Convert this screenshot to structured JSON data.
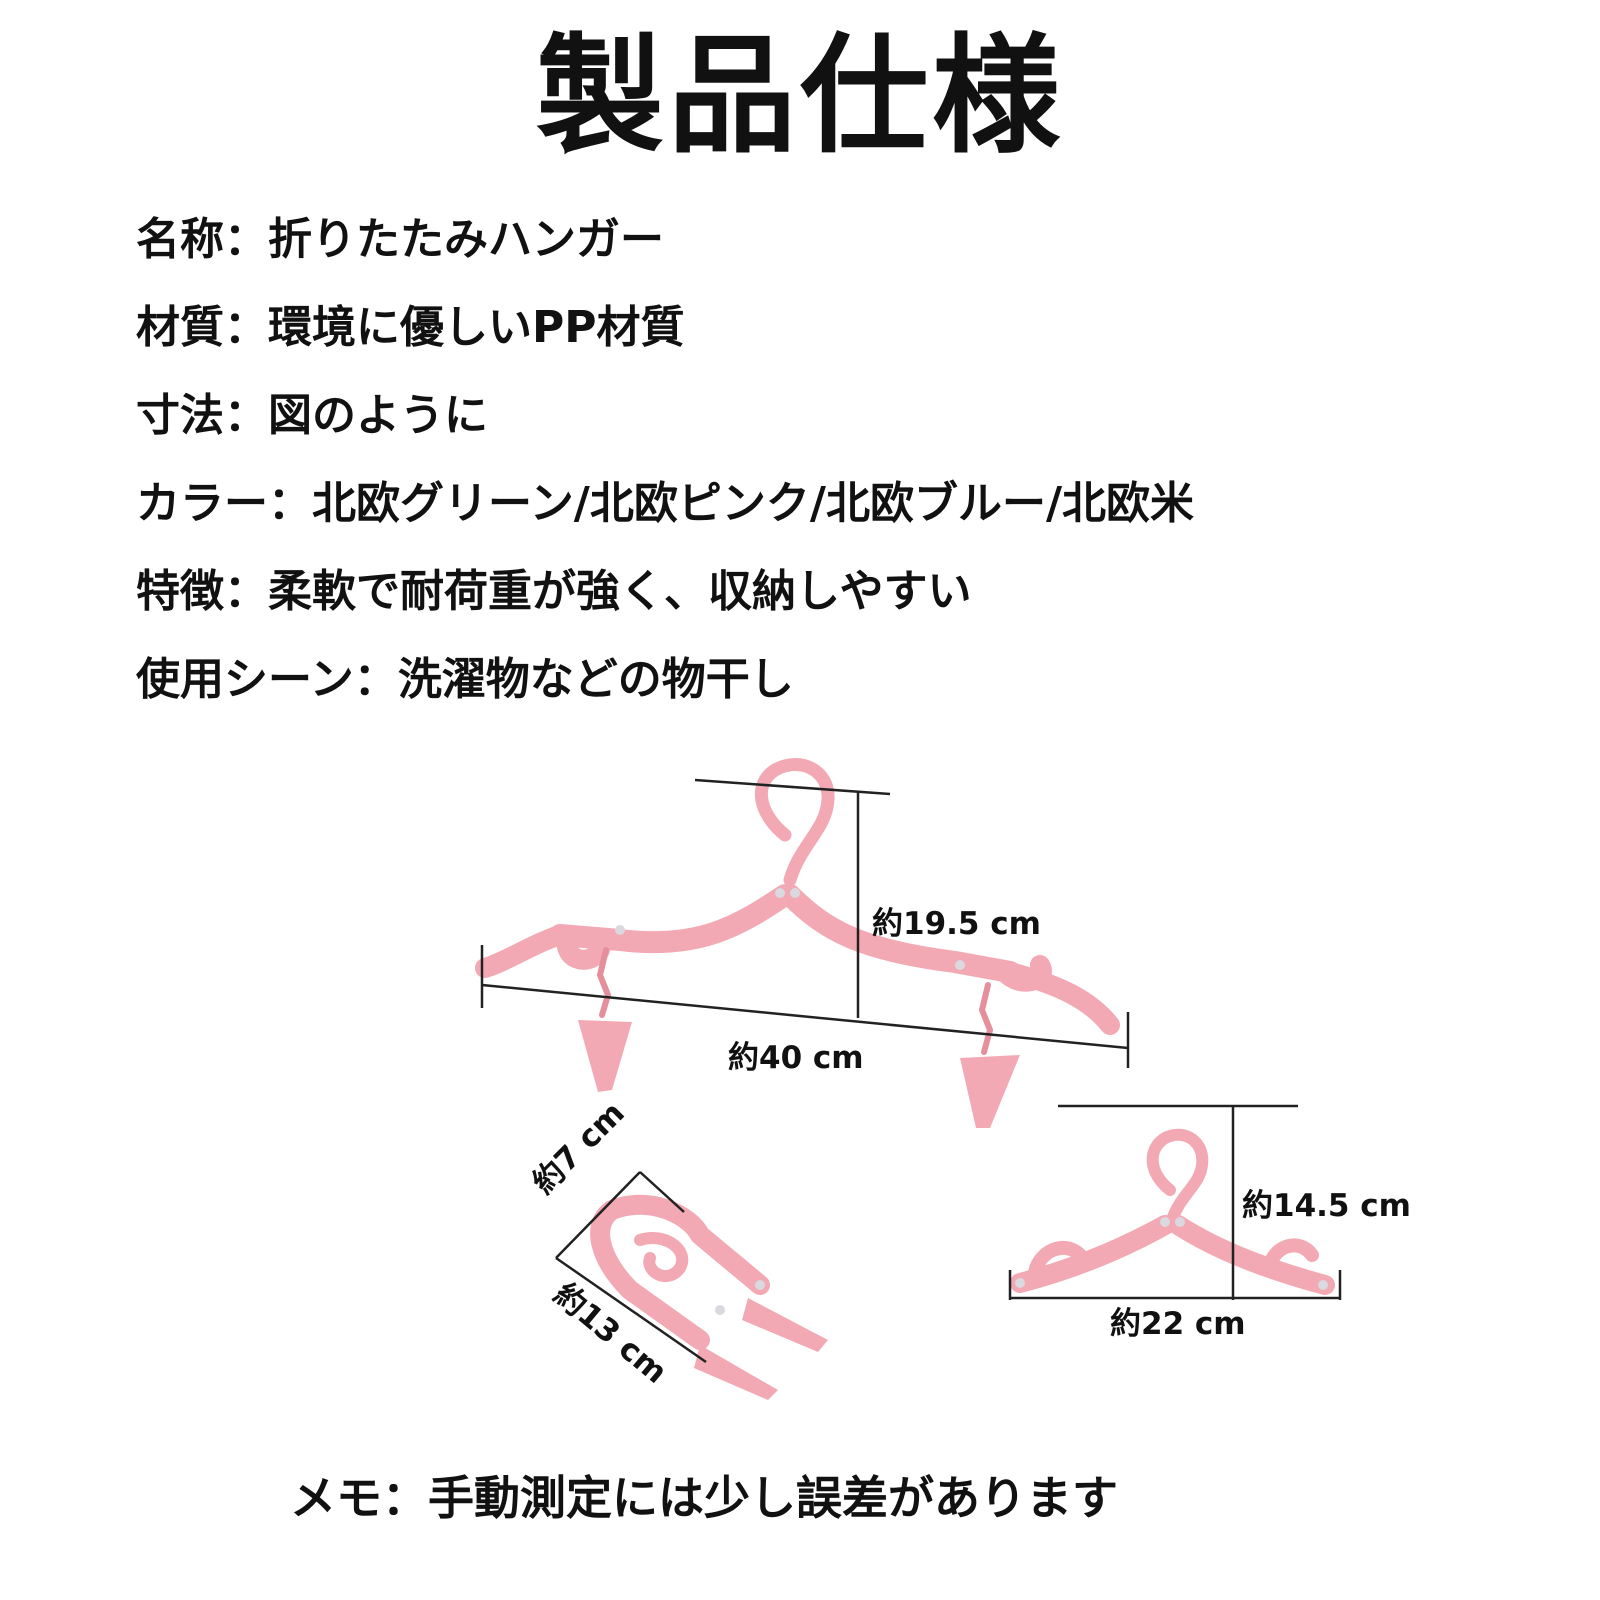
{
  "title": "製品仕様",
  "specs": [
    {
      "label": "名称：",
      "value": "折りたたみハンガー"
    },
    {
      "label": "材質：",
      "value": "環境に優しいPP材質"
    },
    {
      "label": "寸法：",
      "value": "図のように"
    },
    {
      "label": "カラー：",
      "value": "北欧グリーン/北欧ピンク/北欧ブルー/北欧米"
    },
    {
      "label": "特徴：",
      "value": "柔軟で耐荷重が強く、収納しやすい"
    },
    {
      "label": "使用シーン：",
      "value": "洗濯物などの物干し"
    }
  ],
  "dimensions": {
    "open_height": "約19.5 cm",
    "open_width": "約40 cm",
    "folded_width": "約7 cm",
    "folded_length": "約13 cm",
    "half_height": "約14.5 cm",
    "half_width": "約22 cm"
  },
  "memo": {
    "label": "メモ：",
    "value": "手動測定には少し誤差があります"
  },
  "colors": {
    "hanger": "#f3a9b3",
    "hanger_dark": "#e58f9c",
    "rivet": "#d9d9df",
    "line": "#222222"
  }
}
